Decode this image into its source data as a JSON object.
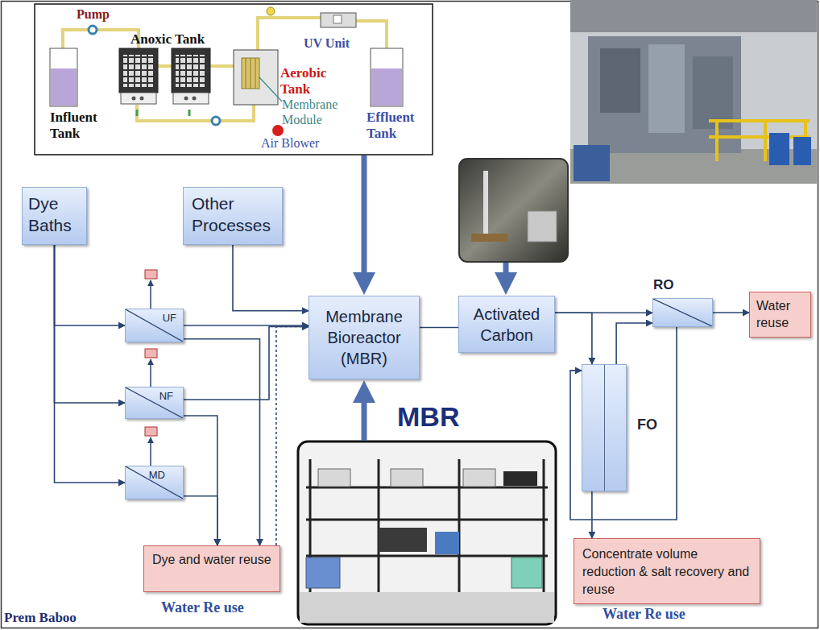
{
  "diagram": {
    "nodes": [
      {
        "text": [
          "Dye Baths"
        ]
      },
      {
        "text": [
          "Other Processes"
        ]
      },
      {
        "text": [
          "UF"
        ]
      },
      {
        "text": [
          "NF"
        ]
      },
      {
        "text": [
          "MD"
        ]
      },
      {
        "text": [
          "Dye and water reuse"
        ]
      },
      {
        "text": [
          "Membrane Bioreactor (MBR)"
        ]
      },
      {
        "text": [
          "Activated Carbon"
        ]
      },
      {
        "text": [
          "RO"
        ]
      },
      {
        "text": [
          "Water reuse"
        ]
      },
      {
        "text": [
          "FO"
        ]
      },
      {
        "text": [
          "Concentrate volume reduction & salt recovery and reuse"
        ]
      }
    ],
    "edges": [
      {
        "from": 0,
        "to": 2,
        "arrow": "to"
      },
      {
        "from": 0,
        "to": 3,
        "arrow": "to"
      },
      {
        "from": 0,
        "to": 4,
        "arrow": "to"
      },
      {
        "from": 1,
        "to": 6,
        "arrow": "to"
      },
      {
        "from": 2,
        "to": 6,
        "arrow": "to"
      },
      {
        "from": 2,
        "to": 5,
        "arrow": "to"
      },
      {
        "from": 3,
        "to": 6,
        "arrow": "to"
      },
      {
        "from": 3,
        "to": 5,
        "arrow": "to"
      },
      {
        "from": 4,
        "to": 5,
        "arrow": "to"
      },
      {
        "from": 5,
        "to": 6,
        "arrow": "to"
      },
      {
        "from": 6,
        "to": 7,
        "arrow": "none"
      },
      {
        "from": 7,
        "to": 8,
        "arrow": "to"
      },
      {
        "from": 7,
        "to": 10,
        "arrow": "to"
      },
      {
        "from": 10,
        "to": 8,
        "arrow": "to"
      },
      {
        "from": 8,
        "to": 9,
        "arrow": "to"
      },
      {
        "from": 8,
        "to": 10,
        "arrow": "to"
      },
      {
        "from": 10,
        "to": 11,
        "arrow": "to"
      }
    ],
    "labels": [
      "Pump",
      "Anoxic Tank",
      "Influent Tank",
      "Aerobic Tank",
      "Membrane Module",
      "Air Blower",
      "UV Unit",
      "Effluent Tank",
      "MBR",
      "Water Re use",
      "Water Re use",
      "Prem Baboo"
    ]
  }
}
